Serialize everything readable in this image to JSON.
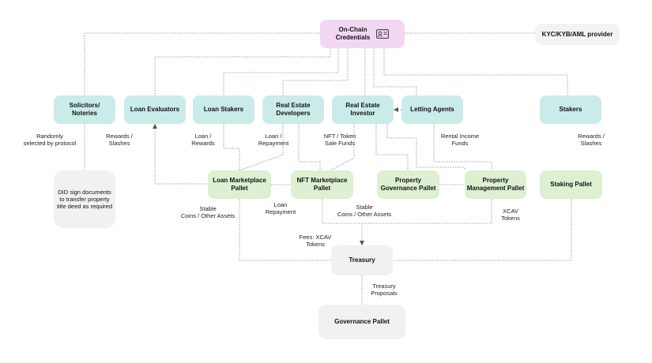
{
  "nodes": {
    "on_chain_credentials": "On-Chain\nCredentials",
    "kyc_provider": "KYC/KYB/AML provider",
    "solicitors": "Solicitors/\nNoteries",
    "loan_evaluators": "Loan Evaluators",
    "loan_stakers": "Loan Stakers",
    "real_estate_developers": "Real Estate\nDevelopers",
    "real_estate_investor": "Real Estate\nInvestor",
    "letting_agents": "Letting Agents",
    "stakers": "Stakers",
    "did_sign": "DID sign documents\nto transfer property\ntitle deed as required",
    "loan_marketplace_pallet": "Loan Marketplace\nPallet",
    "nft_marketplace_pallet": "NFT Marketplace\nPallet",
    "property_governance_pallet": "Property\nGovernance Pallet",
    "property_management_pallet": "Property\nManagement Pallet",
    "staking_pallet": "Staking Pallet",
    "treasury": "Treasury",
    "governance_pallet": "Governance Pallet"
  },
  "labels": {
    "randomly_selected": "Randomly\nselected by protocol",
    "rewards_slashes_1": "Rewards /\nSlashes",
    "loan_rewards": "Loan /\nRewards",
    "loan_repayment_1": "Loan /\nRepayment",
    "nft_token_sale": "NFT / Token\nSale Funds",
    "rental_income": "Rental Income\nFunds",
    "rewards_slashes_2": "Rewards /\nSlashes",
    "stable_coins_1": "Stable\nCoins / Other Assets",
    "loan_repayment_2": "Loan\nRepayment",
    "stable_coins_2": "Stable\nCoins / Other Assets",
    "xcav_tokens": "XCAV\nTokens",
    "fees_xcav": "Fees: XCAV\nTokens",
    "treasury_proposals": "Treasury\nProposals"
  },
  "colors": {
    "teal": "#c9ece9",
    "green": "#ddf0d2",
    "grey": "#f1f1f1",
    "pink": "#f2d7f3",
    "line": "#888888"
  },
  "icons": {
    "credentials": "id-card-icon"
  }
}
